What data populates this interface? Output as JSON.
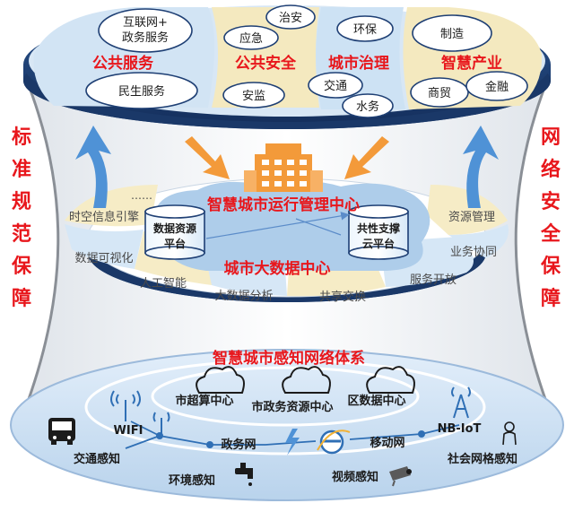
{
  "side_left": [
    "标",
    "准",
    "规",
    "范",
    "保",
    "障"
  ],
  "side_right": [
    "网",
    "络",
    "安",
    "全",
    "保",
    "障"
  ],
  "top_layer": {
    "sections": {
      "public_service": "公共服务",
      "public_safety": "公共安全",
      "city_governance": "城市治理",
      "smart_industry": "智慧产业"
    },
    "items": {
      "internet_plus": [
        "互联网+",
        "政务服务"
      ],
      "public_security": "治安",
      "emergency": "应急",
      "environmental": "环保",
      "manufacturing": "制造",
      "livelihood": "民生服务",
      "safety_supervision": "安监",
      "traffic": "交通",
      "water": "水务",
      "commerce": "商贸",
      "finance": "金融"
    }
  },
  "middle_layer": {
    "ops_center": "智慧城市运行管理中心",
    "big_data_center": "城市大数据中心",
    "data_resource_platform": [
      "数据资源",
      "平台"
    ],
    "common_support_platform": [
      "共性支撑",
      "云平台"
    ],
    "dots": "……",
    "capabilities": {
      "spatiotemporal": "时空信息引擎",
      "visualization": "数据可视化",
      "ai": "人工智能",
      "big_data_analysis": "大数据分析",
      "sharing_exchange": "共享交换",
      "service_open": "服务开放",
      "business_collab": "业务协同",
      "resource_mgmt": "资源管理"
    }
  },
  "bottom_layer": {
    "title": "智慧城市感知网络体系",
    "cloud_centers": {
      "municipal_supercomputing": "市超算中心",
      "municipal_gov_resource": "市政务资源中心",
      "district_data": "区数据中心"
    },
    "networks": {
      "wifi": "WIFI",
      "gov_network": "政务网",
      "mobile_network": "移动网",
      "nbiot": "NB-IoT"
    },
    "sensing": {
      "traffic": "交通感知",
      "environment": "环境感知",
      "video": "视频感知",
      "social_grid": "社会网格感知"
    }
  },
  "colors": {
    "red": "#e8171c",
    "disc_top": "#1e3f74",
    "disc_side": "#274e8c",
    "light_blue": "#cfe3f6",
    "cream": "#f6ecc6",
    "orange": "#f39a3a",
    "arrow_blue": "#4f92d6"
  }
}
